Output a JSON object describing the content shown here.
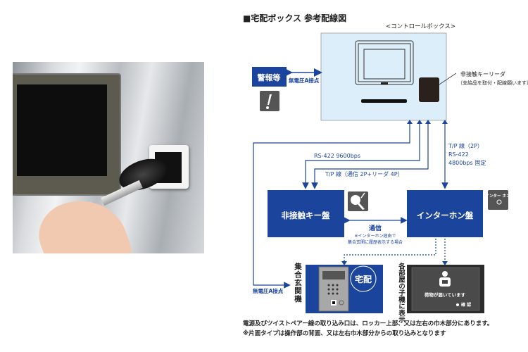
{
  "title": "■宅配ボックス 参考配線図",
  "control_box": {
    "label": "<コントロールボックス>"
  },
  "reader_label": {
    "line1": "非接触キーリーダ",
    "line2": "（支給品を取付・配線願います）"
  },
  "alarm": {
    "label": "警報等",
    "contact": "無電圧A接点",
    "icon": "exclamation-icon"
  },
  "lines": {
    "rs422": "RS-422  9600bps",
    "tp_key": "T/P 線（通信 2P+リーダ 4P）",
    "tp_inter_1": "T/P 線（2P）",
    "tp_inter_2": "RS-422",
    "tp_inter_3": "4800bps 固定",
    "contact_bottom": "無電圧A接点"
  },
  "key_panel": {
    "label": "非接触キー盤",
    "icon": "key-icon"
  },
  "intercom_panel": {
    "label": "インターホン盤",
    "icon_text": "インター ホン"
  },
  "comm": {
    "label": "通信",
    "note1": "※インターホン経由で",
    "note2": "集合玄関に履歴表示する場合"
  },
  "entrance": {
    "label": "集合玄関機",
    "bubble": "宅配"
  },
  "room": {
    "label": "各部屋の子機に表示",
    "message": "荷物が届いています",
    "confirm": "確 認"
  },
  "notes": [
    "電源及びツイストペアー線の取り込み口は、ロッカー上部、又は左右の巾木部分にあります。",
    "※片面タイプは操作部の背面、又は左右巾木部分からの取り込みとなります"
  ],
  "colors": {
    "panel_blue": "#1b449c",
    "light_blue": "#dceefa",
    "line_blue": "#1b449c",
    "icon_grey": "#555555"
  }
}
